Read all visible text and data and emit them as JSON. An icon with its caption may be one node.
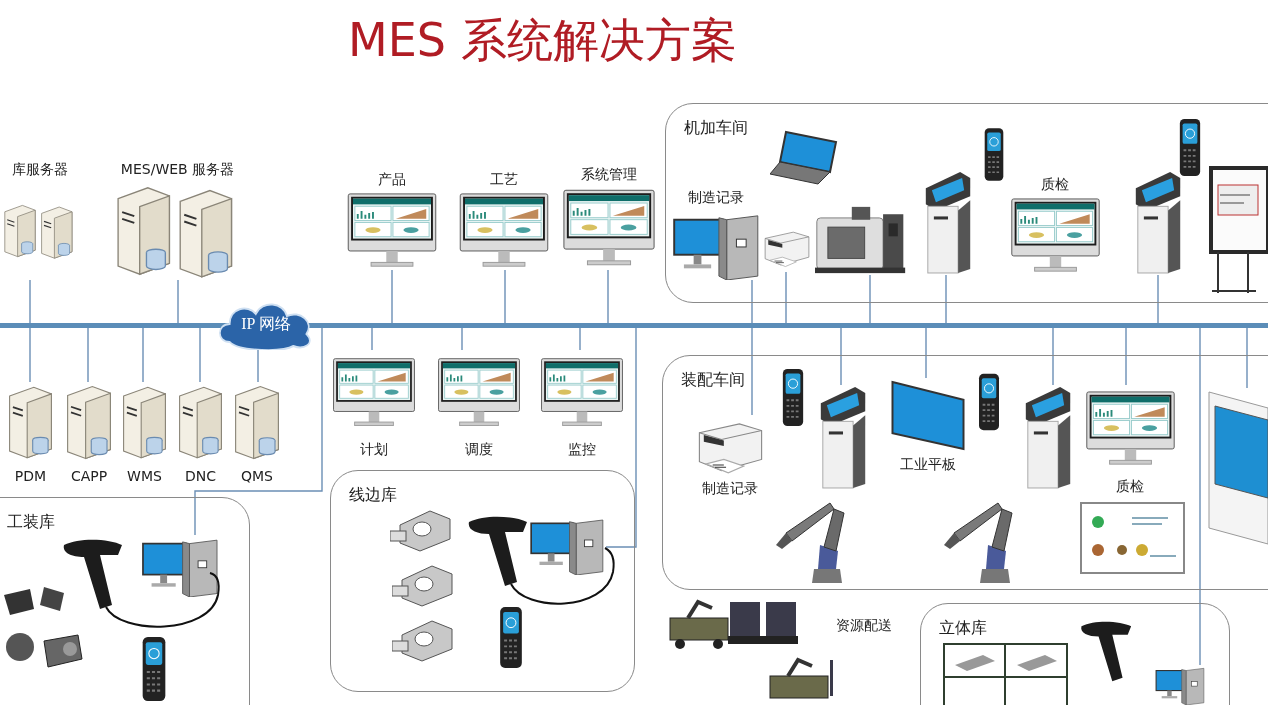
{
  "diagram": {
    "title": "MES 系统解决方案",
    "nodes": [
      {
        "text": [],
        "shape": "bar"
      },
      {
        "text": [
          "IP 网络"
        ]
      },
      {
        "text": [
          "库服务器"
        ]
      },
      {
        "text": [
          "MES/WEB 服务器"
        ]
      },
      {
        "text": [
          "产品"
        ]
      },
      {
        "text": [
          "工艺"
        ]
      },
      {
        "text": [
          "系统管理"
        ]
      },
      {
        "text": [
          "机加车间"
        ]
      },
      {
        "text": [
          "制造记录"
        ],
        "in": 7
      },
      {
        "text": [],
        "shape": "picture",
        "in": 7
      },
      {
        "text": [],
        "shape": "picture",
        "in": 7
      },
      {
        "text": [],
        "shape": "picture",
        "in": 7
      },
      {
        "text": [
          "质检"
        ],
        "in": 7
      },
      {
        "text": [],
        "shape": "picture",
        "in": 7
      },
      {
        "text": [],
        "shape": "picture",
        "in": 7
      },
      {
        "text": [
          "PDM"
        ]
      },
      {
        "text": [
          "CAPP"
        ]
      },
      {
        "text": [
          "WMS"
        ]
      },
      {
        "text": [
          "DNC"
        ]
      },
      {
        "text": [
          "QMS"
        ]
      },
      {
        "text": [
          "计划"
        ]
      },
      {
        "text": [
          "调度"
        ]
      },
      {
        "text": [
          "监控"
        ]
      },
      {
        "text": [
          "装配车间"
        ]
      },
      {
        "text": [
          "制造记录"
        ],
        "in": 23
      },
      {
        "text": [],
        "shape": "picture",
        "in": 23
      },
      {
        "text": [
          "工业平板"
        ],
        "in": 23
      },
      {
        "text": [],
        "shape": "picture",
        "in": 23
      },
      {
        "text": [
          "质检"
        ],
        "in": 23
      },
      {
        "text": [],
        "shape": "picture",
        "in": 23
      },
      {
        "text": [
          "工装库"
        ]
      },
      {
        "text": [],
        "shape": "picture",
        "in": 30
      },
      {
        "text": [
          "线边库"
        ]
      },
      {
        "text": [],
        "shape": "picture",
        "in": 32
      },
      {
        "text": [
          "立体库"
        ]
      },
      {
        "text": [],
        "shape": "picture",
        "in": 34
      }
    ],
    "edges": [
      {
        "from": 2,
        "to": 0,
        "arrow": "none"
      },
      {
        "from": 3,
        "to": 0,
        "arrow": "none"
      },
      {
        "from": 4,
        "to": 0,
        "arrow": "none"
      },
      {
        "from": 5,
        "to": 0,
        "arrow": "none"
      },
      {
        "from": 6,
        "to": 0,
        "arrow": "none"
      },
      {
        "from": 8,
        "to": 24,
        "arrow": "none"
      },
      {
        "from": 9,
        "to": 0,
        "arrow": "none"
      },
      {
        "from": 10,
        "to": 0,
        "arrow": "none"
      },
      {
        "from": 11,
        "to": 0,
        "arrow": "none"
      },
      {
        "from": 13,
        "to": 0,
        "arrow": "none"
      },
      {
        "from": 15,
        "to": 0,
        "arrow": "none"
      },
      {
        "from": 16,
        "to": 0,
        "arrow": "none"
      },
      {
        "from": 17,
        "to": 0,
        "arrow": "none"
      },
      {
        "from": 18,
        "to": 0,
        "arrow": "none"
      },
      {
        "from": 19,
        "to": 1,
        "arrow": "none"
      },
      {
        "from": 20,
        "to": 0,
        "arrow": "none"
      },
      {
        "from": 21,
        "to": 0,
        "arrow": "none"
      },
      {
        "from": 22,
        "to": 0,
        "arrow": "none"
      },
      {
        "from": 25,
        "to": 0,
        "arrow": "none"
      },
      {
        "from": 26,
        "to": 0,
        "arrow": "none"
      },
      {
        "from": 27,
        "to": 0,
        "arrow": "none"
      },
      {
        "from": 28,
        "to": 0,
        "arrow": "none"
      },
      {
        "from": 29,
        "to": 0,
        "arrow": "none"
      },
      {
        "from": 31,
        "to": 0,
        "arrow": "none"
      },
      {
        "from": 33,
        "to": 0,
        "arrow": "none"
      },
      {
        "from": 35,
        "to": 0,
        "arrow": "none"
      }
    ],
    "labels": [
      "资源配送"
    ]
  }
}
